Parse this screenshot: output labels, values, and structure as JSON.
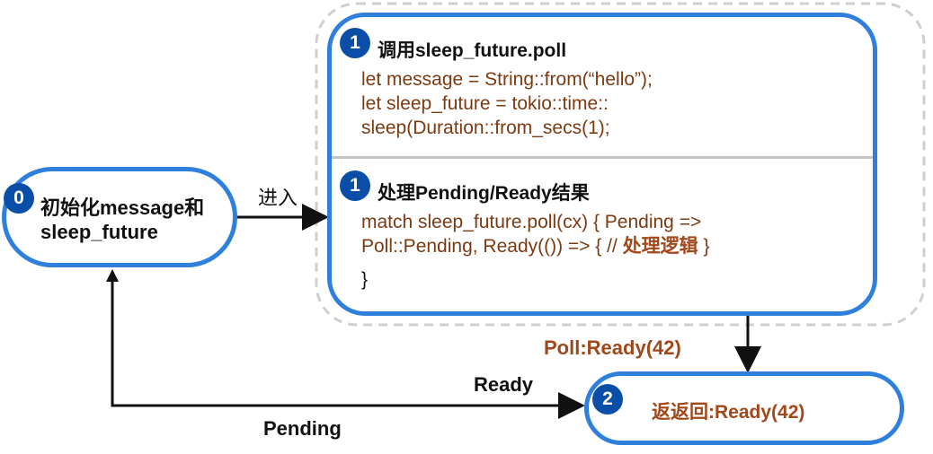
{
  "colors": {
    "node_border": "#2f80dd",
    "badge": "#0b4ea8",
    "code": "#7b3a12",
    "result_label": "#a0481a"
  },
  "init_node": {
    "badge": "0",
    "line1": "初始化message和",
    "line2": "sleep_future"
  },
  "enter_label": "进入",
  "poll_section": {
    "badge": "1",
    "title": "调用sleep_future.poll",
    "code": [
      "let message = String::from(“hello”);",
      "let sleep_future = tokio::time::",
      "sleep(Duration::from_secs(1);"
    ]
  },
  "handle_section": {
    "badge": "1",
    "title": "处理Pending/Ready结果",
    "code": [
      "match sleep_future.poll(cx) { Pending =>",
      " Poll::Pending, Ready(()) => { // ",
      "}"
    ],
    "comment": "处理逻辑",
    "comment_close": " }"
  },
  "poll_ready_label": "Poll:Ready(42)",
  "ready_label": "Ready",
  "pending_label": "Pending",
  "return_node": {
    "badge": "2",
    "text": "返返回:Ready(42)"
  }
}
